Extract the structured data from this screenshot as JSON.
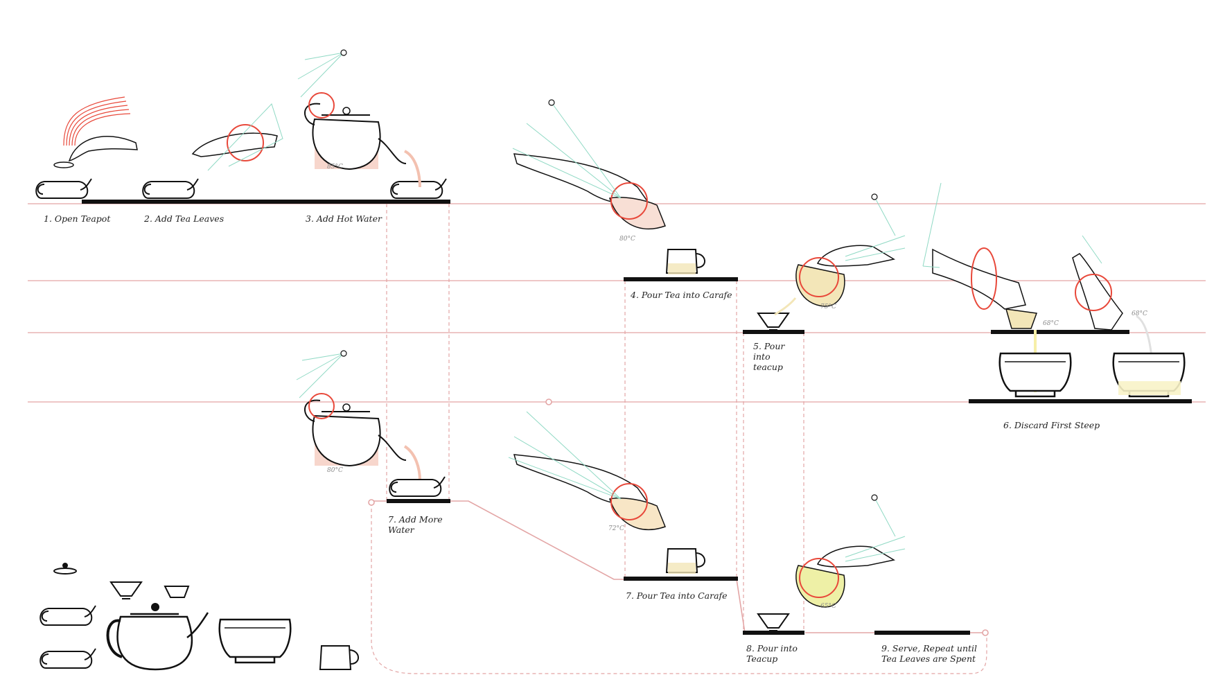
{
  "steps": [
    {
      "label": "1. Open Teapot"
    },
    {
      "label": "2. Add Tea Leaves"
    },
    {
      "label": "3. Add Hot Water"
    },
    {
      "label": "4. Pour Tea into Carafe"
    },
    {
      "label": "5. Pour\ninto\nteacup"
    },
    {
      "label": "6. Discard First Steep"
    },
    {
      "label": "7. Add More\nWater"
    },
    {
      "label": "7. Pour Tea into Carafe"
    },
    {
      "label": "8. Pour into\nTeacup"
    },
    {
      "label": "9. Serve, Repeat until\nTea Leaves are Spent"
    }
  ],
  "temperatures": [
    "85°C",
    "80°C",
    "75°C",
    "68°C",
    "68°C",
    "80°C",
    "72°C",
    "65°C"
  ],
  "colors": {
    "guide": "#e8b4b4",
    "dashed": "#e3a5a5",
    "accent": "#e8483a",
    "sight": "#8fd9c4",
    "water": "#f7d6cc",
    "tea": "#f3e6b8",
    "tea_light": "#f8f3c8",
    "ink": "#111111"
  },
  "icons": [
    "teapot-lid-icon",
    "small-teapot-icon",
    "teacup-icon",
    "large-teapot-icon",
    "large-bowl-icon",
    "carafe-icon"
  ]
}
